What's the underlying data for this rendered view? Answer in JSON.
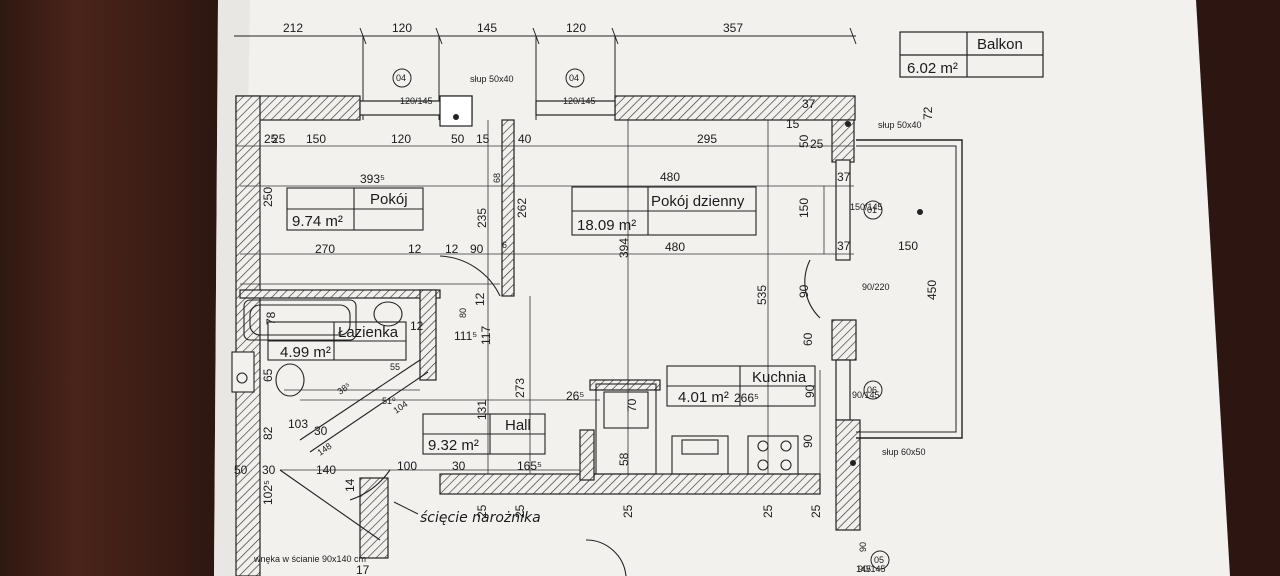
{
  "top_dimensions": [
    "212",
    "120",
    "145",
    "120",
    "357"
  ],
  "balcony_box": {
    "name": "Balkon",
    "area": "6.02 m²"
  },
  "rooms": [
    {
      "name": "Pokój",
      "area": "9.74 m²"
    },
    {
      "name": "Pokój dzienny",
      "area": "18.09 m²"
    },
    {
      "name": "Łazienka",
      "area": "4.99 m²"
    },
    {
      "name": "Kuchnia",
      "area": "4.01 m²"
    },
    {
      "name": "Hall",
      "area": "9.32 m²"
    }
  ],
  "pillar_labels": [
    "słup 50x40",
    "słup 50x40",
    "słup 60x50"
  ],
  "window_markers": [
    "04",
    "04",
    "01",
    "06",
    "05"
  ],
  "window_codes": [
    "120/145",
    "120/145",
    "150/145",
    "90/145",
    "90/145"
  ],
  "door_code": "90/220",
  "wall_opening_note": "wnęka w ścianie 90x140 cm",
  "handwritten_note": "ścięcie narożnika",
  "dim_row_inner": [
    "25",
    "150",
    "120",
    "50",
    "15",
    "40",
    "295",
    "15",
    "37"
  ],
  "dim_pokoj": [
    "393⁵",
    "250",
    "270",
    "12",
    "12",
    "90",
    "235",
    "68",
    "262",
    "6"
  ],
  "dim_dzienny": [
    "480",
    "480",
    "394",
    "535",
    "37",
    "37",
    "150",
    "150",
    "50",
    "72"
  ],
  "dim_balcony": [
    "450",
    "90"
  ],
  "dim_bath": [
    "78",
    "12",
    "111⁵",
    "117",
    "80",
    "12",
    "65",
    "55",
    "82",
    "103",
    "30",
    "148",
    "51⁰",
    "104",
    "38⁵"
  ],
  "dim_hall": [
    "273",
    "131",
    "26⁵",
    "70",
    "58",
    "266⁵",
    "90",
    "60",
    "90",
    "100",
    "30",
    "165⁵",
    "50",
    "30",
    "140",
    "102⁵",
    "14"
  ],
  "dim_bottom": [
    "25",
    "25",
    "25",
    "25",
    "25",
    "25",
    "25",
    "17",
    "90",
    "145"
  ]
}
